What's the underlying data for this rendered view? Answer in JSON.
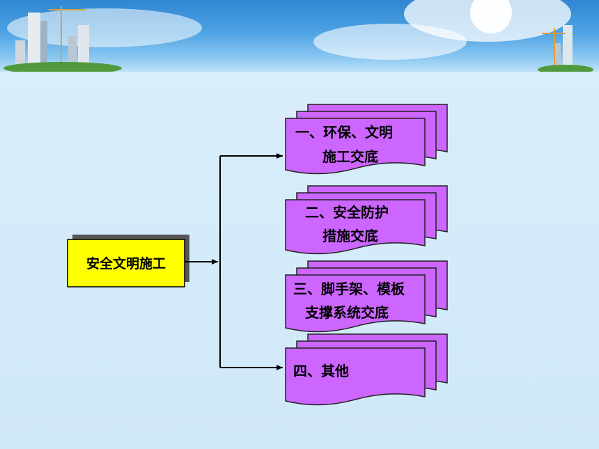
{
  "root": {
    "label": "安全文明施工"
  },
  "branches": [
    {
      "line1": "一、环保、文明",
      "line2": "施工交底"
    },
    {
      "line1": "二、安全防护",
      "line2": "措施交底"
    },
    {
      "line1": "三、脚手架、模板",
      "line2": "支撑系统交底"
    },
    {
      "line1": "四、其他",
      "line2": ""
    }
  ],
  "colors": {
    "root_fill": "#ffff00",
    "branch_fill": "#cc66ff",
    "connector": "#000000"
  }
}
